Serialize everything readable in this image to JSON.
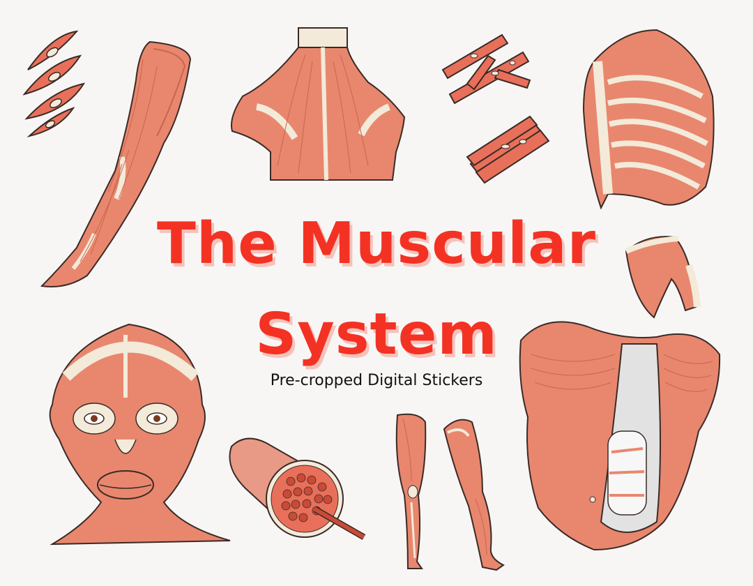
{
  "title_line1": "The Muscular",
  "title_line2": "System",
  "subtitle": "Pre-cropped Digital Stickers",
  "colors": {
    "background": "#f7f6f5",
    "title": "#f33224",
    "title_shadow": "#f4c3bb",
    "muscle": "#e8876e",
    "muscle_dark": "#d9684f",
    "bone": "#f3ead9",
    "outline": "#3a2a26"
  },
  "stickers": [
    "smooth-muscle-cells-icon",
    "arm-muscles-icon",
    "upper-back-muscles-icon",
    "branched-cardiac-muscle-icon",
    "muscle-fiber-bundle-icon",
    "rib-cage-muscles-icon",
    "shoulder-muscle-icon",
    "face-muscles-icon",
    "muscle-cross-section-icon",
    "leg-muscles-front-icon",
    "leg-muscles-side-icon",
    "torso-muscles-icon"
  ]
}
